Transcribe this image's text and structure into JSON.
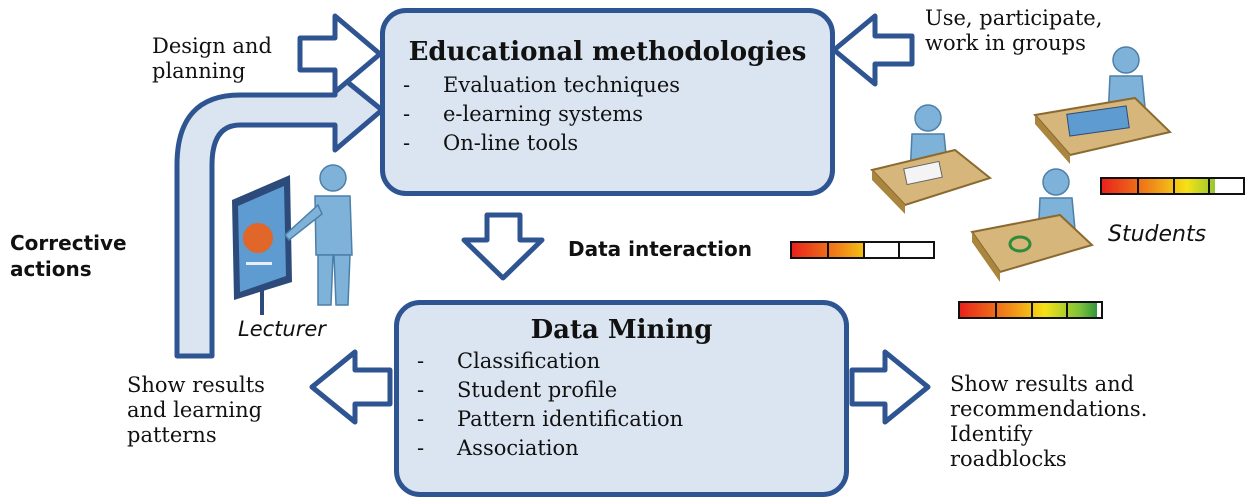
{
  "top_box": {
    "title": "Educational methodologies",
    "items": [
      "Evaluation techniques",
      "e-learning systems",
      "On-line tools"
    ]
  },
  "bottom_box": {
    "title": "Data Mining",
    "items": [
      "Classification",
      "Student profile",
      "Pattern identification",
      "Association"
    ]
  },
  "labels": {
    "design": [
      "Design and",
      "planning"
    ],
    "use": [
      "Use, participate,",
      "work in groups"
    ],
    "corrective": [
      "Corrective",
      "actions"
    ],
    "data_interaction": "Data interaction",
    "lecturer": "Lecturer",
    "students": "Students",
    "show_left": [
      "Show results",
      "and learning",
      "patterns"
    ],
    "show_right": [
      "Show results and",
      "recommendations.",
      "Identify",
      "roadblocks"
    ]
  },
  "meters": {
    "data_interaction": 0.5,
    "students_top": 0.8,
    "students_bottom": 0.97
  },
  "colors": {
    "box_fill": "#dbe5f1",
    "box_border": "#2e5492",
    "arrow_fill": "#ffffff",
    "figure": "#7fb2d8"
  }
}
